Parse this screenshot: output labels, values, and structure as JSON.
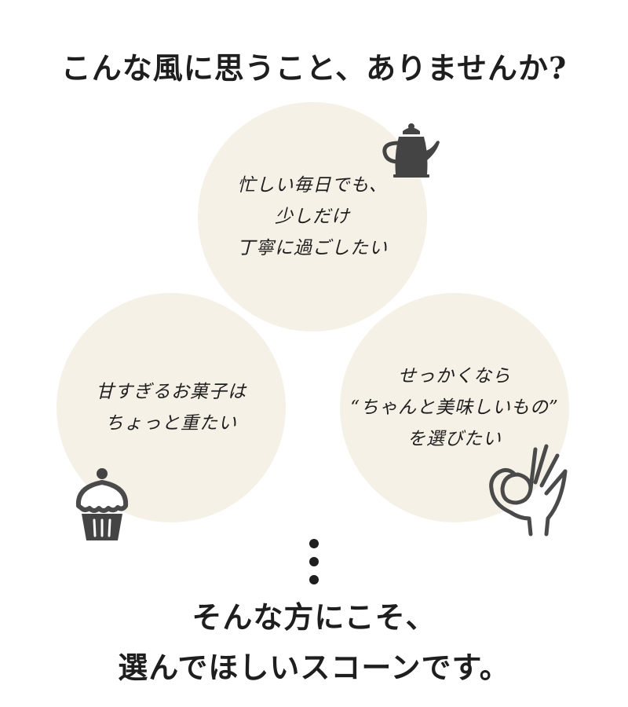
{
  "header": {
    "title": "こんな風に思うこと、ありませんか?"
  },
  "bubbles": {
    "top": {
      "lines": [
        "忙しい毎日でも、",
        "少しだけ",
        "丁寧に過ごしたい"
      ],
      "icon": "teapot-icon"
    },
    "left": {
      "lines": [
        "甘すぎるお菓子は",
        "ちょっと重たい"
      ],
      "icon": "cupcake-icon"
    },
    "right": {
      "lines": [
        "せっかくなら",
        "“ちゃんと美味しいもの”",
        "を選びたい"
      ],
      "icon": "ok-hand-icon"
    }
  },
  "conclusion": {
    "lines": [
      "そんな方にこそ、",
      "選んでほしいスコーンです。"
    ]
  },
  "colors": {
    "text": "#1e1e1e",
    "bubble": "#f5f1e6",
    "icon_fill": "#444444",
    "icon_stroke": "#4a4a4a"
  }
}
